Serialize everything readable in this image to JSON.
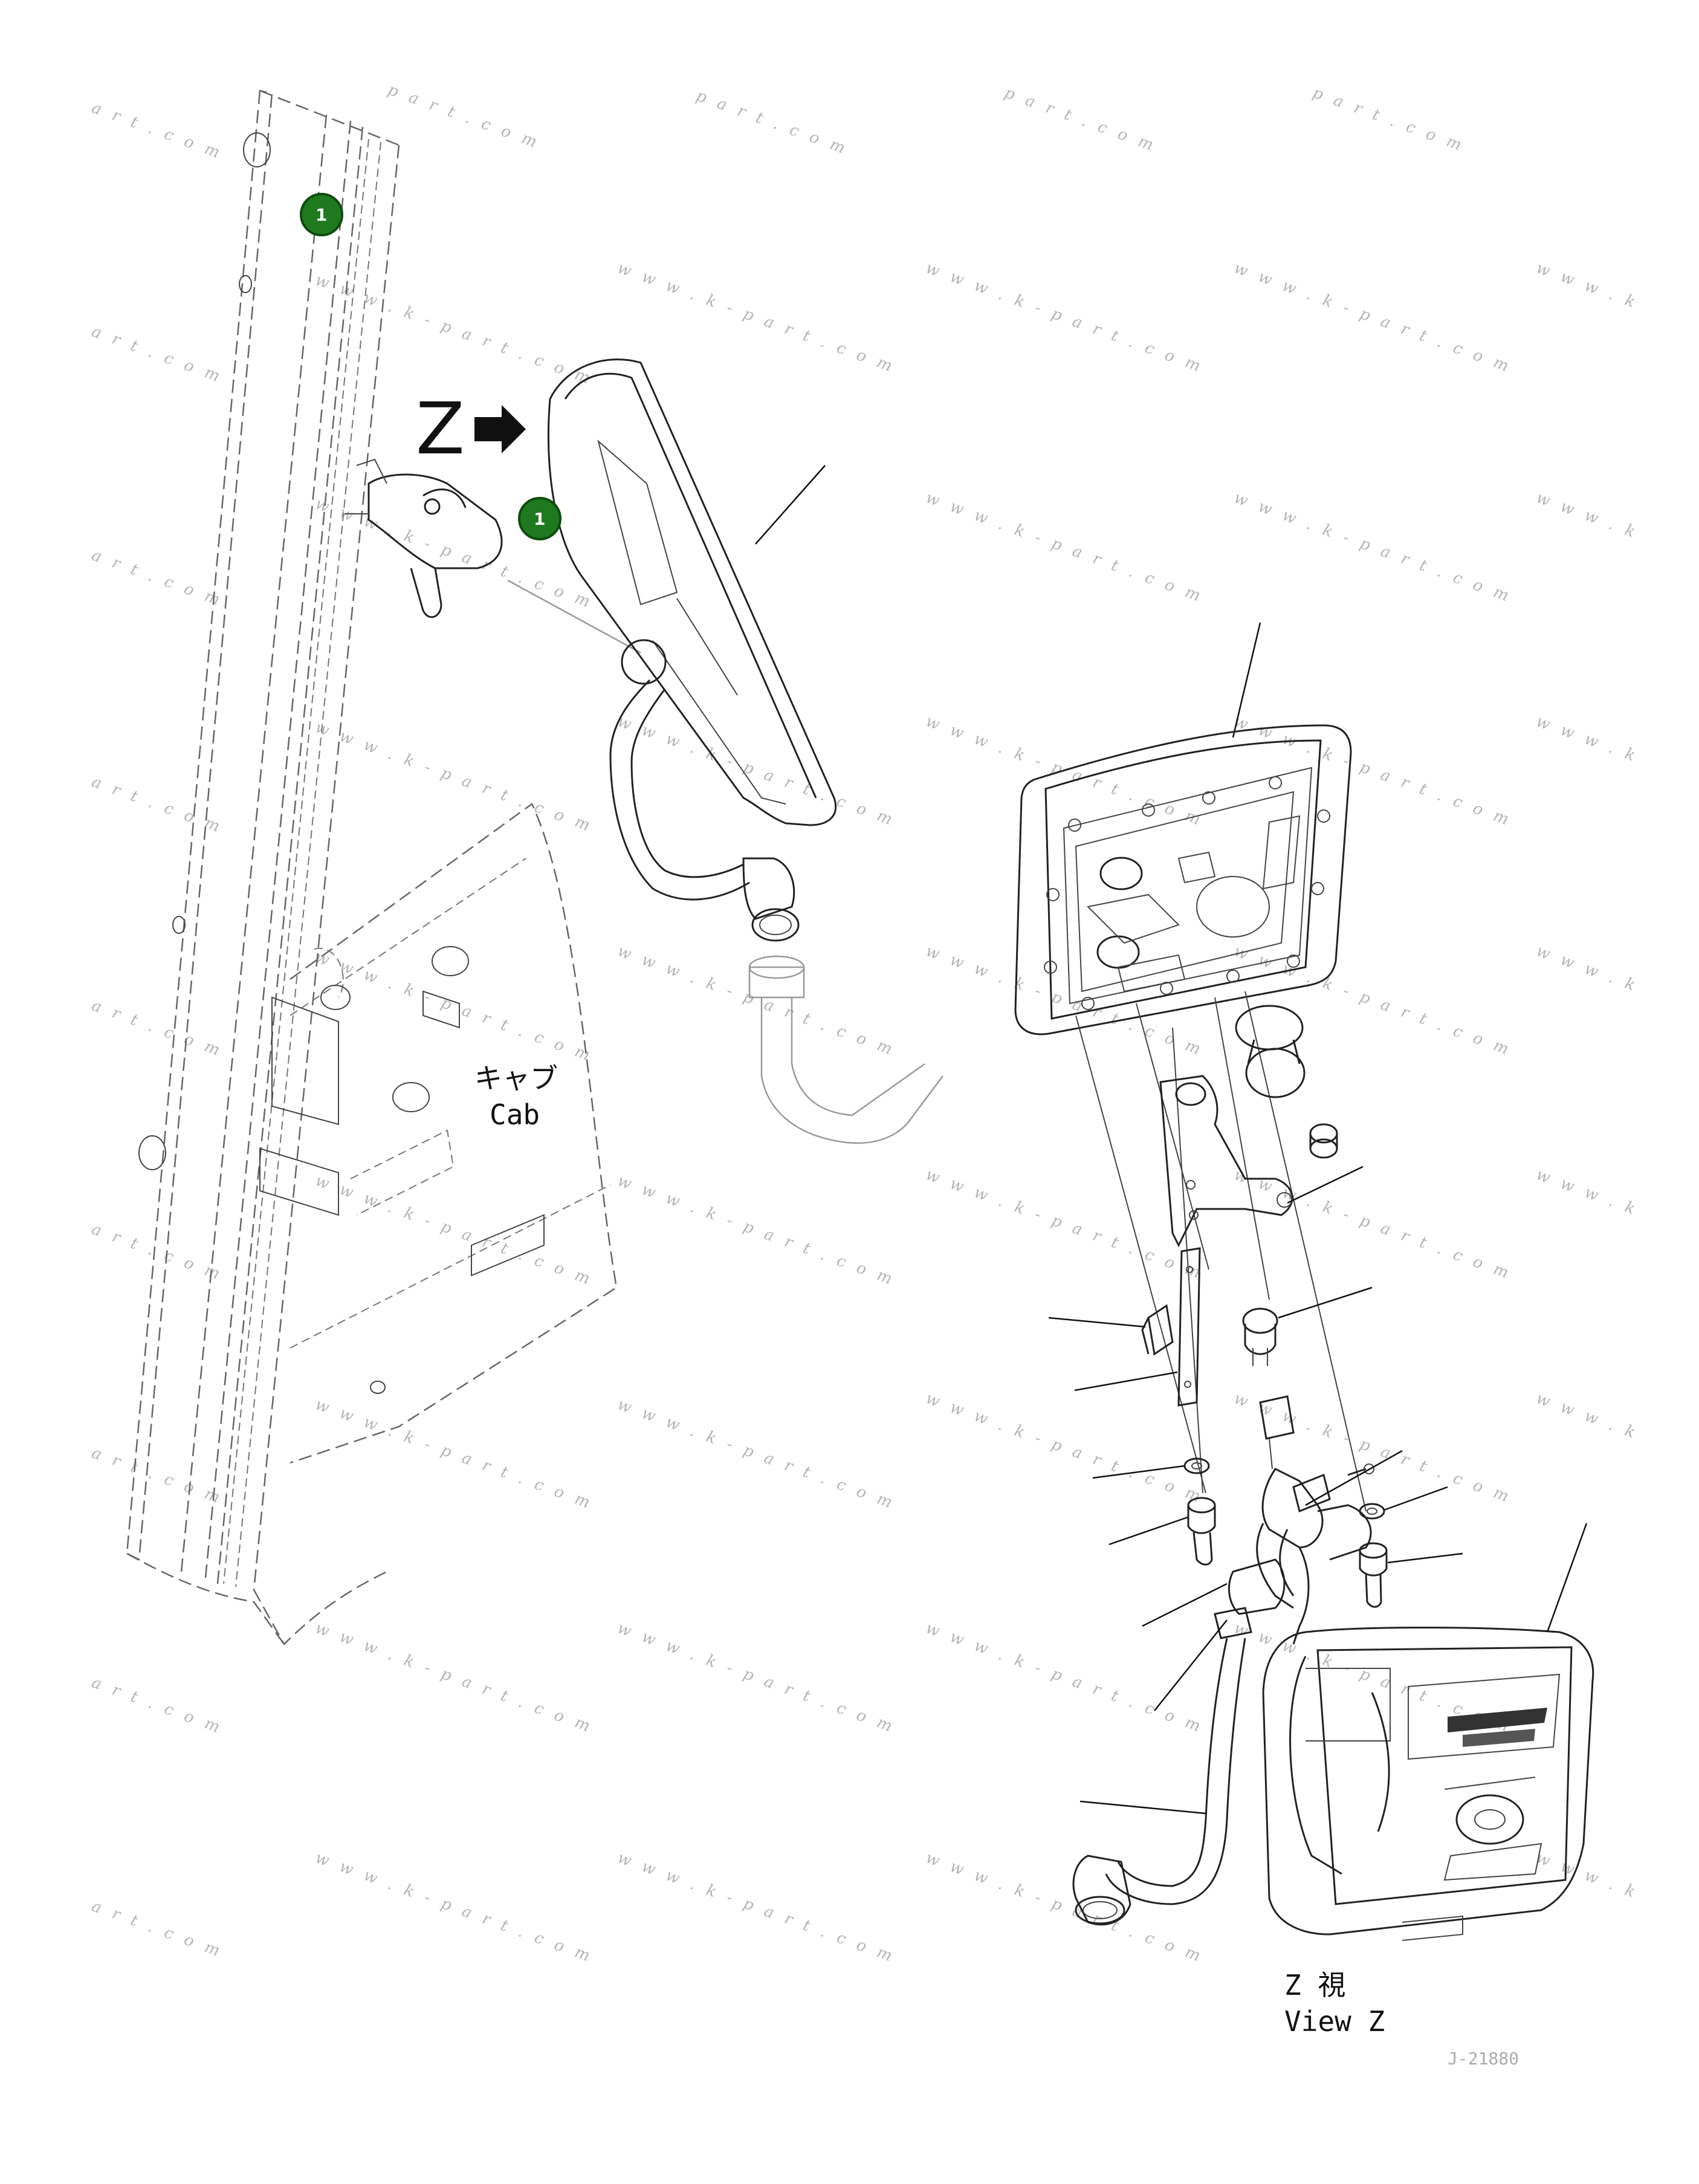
{
  "watermark_text": "w w w . k - p a r t . c o m",
  "watermark_fragments": [
    "p a r t . c o m",
    "a r t . c o m",
    "w w w . k"
  ],
  "view_arrow_letter": "Z",
  "cab_label": {
    "jp": "キャブ",
    "en": "Cab"
  },
  "view_label": {
    "jp": "Z 視",
    "en": "View Z"
  },
  "drawing_ref": "J-21880",
  "callouts": [
    {
      "number": "1"
    },
    {
      "number": "1"
    }
  ],
  "colors": {
    "badge": "#1f7a1f",
    "line": "#222222",
    "watermark": "#b4b4b4"
  }
}
